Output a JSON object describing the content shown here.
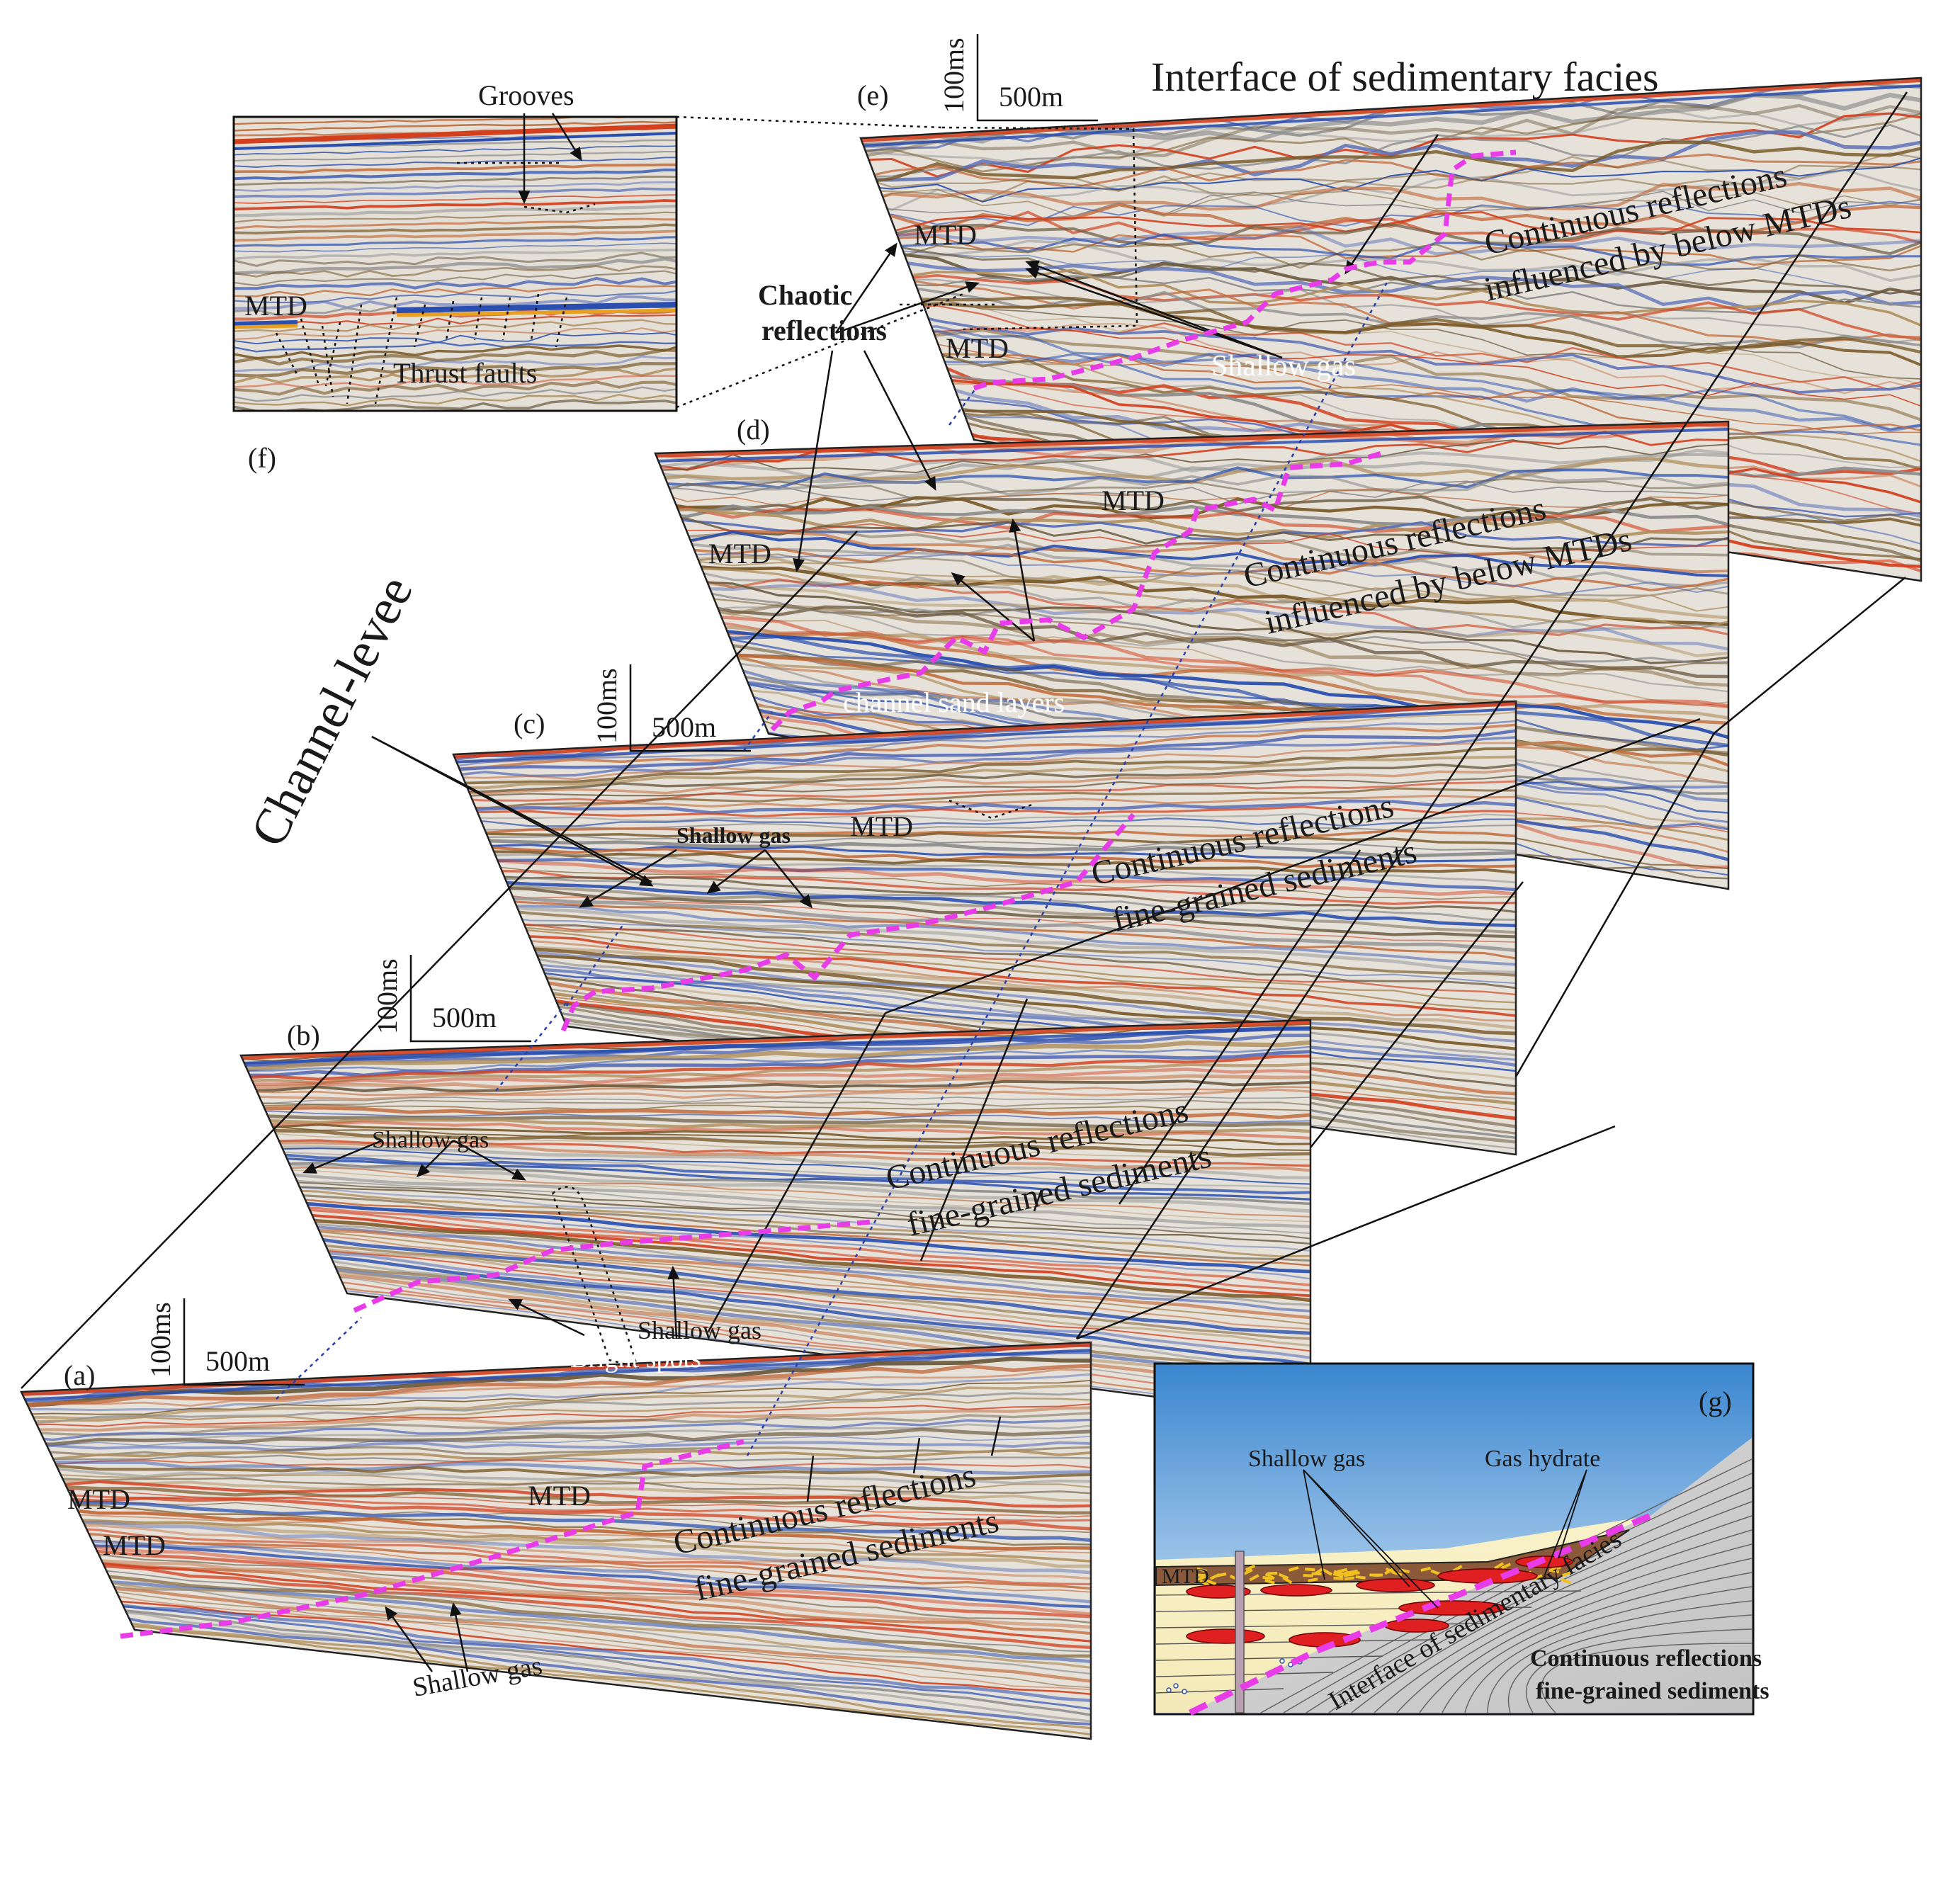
{
  "panels": {
    "a": {
      "letter": "(a)",
      "scale_time": "100ms",
      "scale_dist": "500m"
    },
    "b": {
      "letter": "(b)",
      "scale_time": "100ms",
      "scale_dist": "500m"
    },
    "c": {
      "letter": "(c)",
      "scale_time": "100ms",
      "scale_dist": "500m"
    },
    "d": {
      "letter": "(d)"
    },
    "e": {
      "letter": "(e)",
      "scale_time": "100ms",
      "scale_dist": "500m"
    },
    "f": {
      "letter": "(f)"
    },
    "g": {
      "letter": "(g)"
    }
  },
  "labels": {
    "interface_title": "Interface of sedimentary facies",
    "channel_levee": "Channel-levee",
    "chaotic_1": "Chaotic",
    "chaotic_2": "reflections",
    "cont_mtd_1": "Continuous reflections",
    "cont_mtd_2": "influenced by below MTDs",
    "cont_fine_1": "Continuous reflections",
    "cont_fine_2": "fine-grained sediments",
    "mtd": "MTD",
    "shallow_gas": "Shallow gas",
    "shallow_gas_e": "Shallow  gas",
    "bright_spots": "Bright spots",
    "channel_sand": "channel sand layers",
    "grooves": "Grooves",
    "thrust_faults": "Thrust faults",
    "g_shallow_gas": "Shallow gas",
    "g_gas_hydrate": "Gas hydrate",
    "g_mtd": "MTD",
    "g_interface": "Interface of sedimentary facies",
    "g_cont_1": "Continuous reflections",
    "g_cont_2": "fine-grained sediments"
  },
  "colors": {
    "facies_interface": "#e83ce8",
    "seismic_blue": "#2a4fb0",
    "seismic_red": "#d2401e",
    "seismic_brown": "#7a5a2a",
    "sea_water": "#3e8fd6",
    "mtd_body": "#8a5a3a",
    "gas": "#e02020",
    "hydrate_streak": "#f0c020"
  }
}
